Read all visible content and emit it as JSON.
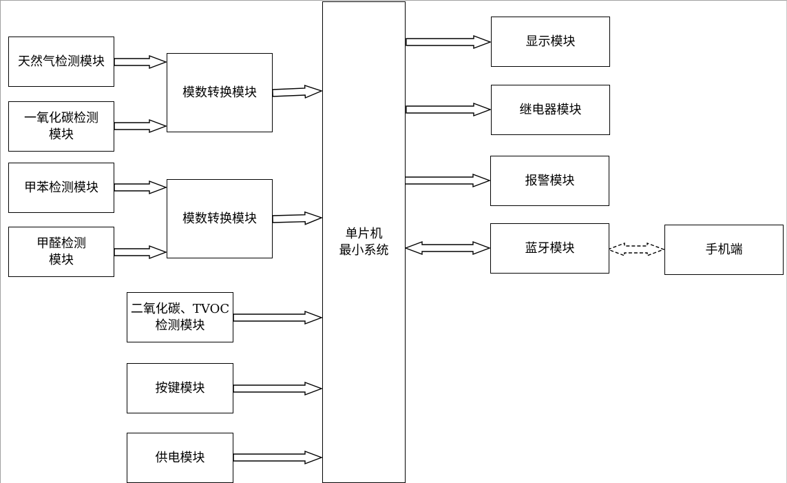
{
  "boxes": {
    "natural_gas": "天然气检测模块",
    "co": "一氧化碳检测\n模块",
    "adc_1": "模数转换模块",
    "benzene": "甲苯检测模块",
    "formaldehyde": "甲醛检测\n模块",
    "adc_2": "模数转换模块",
    "co2_tvoc": "二氧化碳、TVOC\n检测模块",
    "keys": "按键模块",
    "power": "供电模块",
    "mcu": "单片机\n最小系统",
    "display": "显示模块",
    "relay": "继电器模块",
    "alarm": "报警模块",
    "bluetooth": "蓝牙模块",
    "phone": "手机端"
  }
}
